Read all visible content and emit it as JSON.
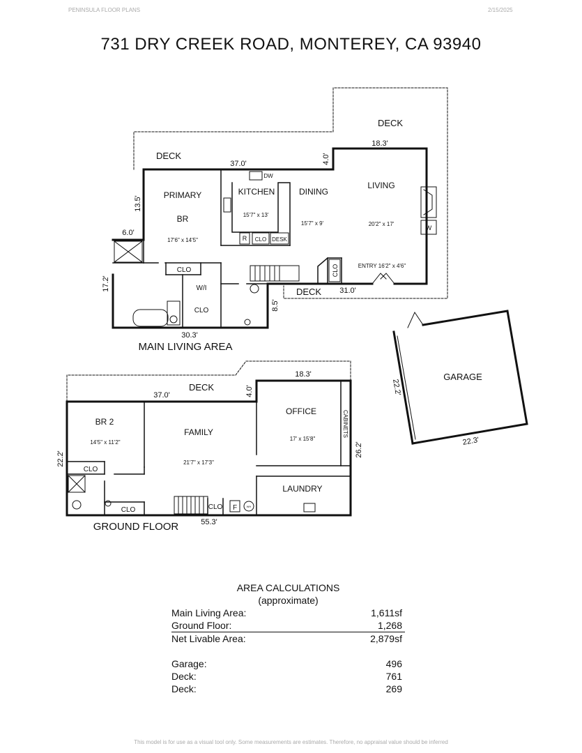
{
  "header": {
    "brand": "PENINSULA FLOOR PLANS",
    "date": "2/15/2025"
  },
  "title": "731 DRY CREEK ROAD, MONTEREY, CA  93940",
  "main_level": {
    "label": "MAIN LIVING AREA",
    "deck_top": "DECK",
    "deck_left": "DECK",
    "deck_front": "DECK",
    "dims": {
      "top": "37.0'",
      "jog": "4.0'",
      "living_top": "18.3'",
      "left_upper": "13.5'",
      "step": "6.0'",
      "left_lower": "17.2'",
      "bottom": "30.3'",
      "right_jog": "8.5'",
      "front": "31.0'"
    },
    "rooms": {
      "primary_1": "PRIMARY",
      "primary_2": "BR",
      "primary_size": "17'6\" x 14'5\"",
      "kitchen": "KITCHEN",
      "kitchen_size": "15'7\" x 13'",
      "dining": "DINING",
      "dining_size": "15'7\" x 9'",
      "living": "LIVING",
      "living_size": "20'2\" x 17'",
      "entry": "ENTRY 16'2\" x 4'6\"",
      "clo_a": "CLO",
      "clo_b": "CLO",
      "clo_c": "CLO",
      "clo_d": "CLO",
      "wi": "W/I",
      "dw": "DW",
      "r": "R",
      "desk": "DESK",
      "w": "W"
    }
  },
  "garage": {
    "label": "GARAGE",
    "side": "22.2'",
    "bottom": "22.3'"
  },
  "ground_level": {
    "label": "GROUND FLOOR",
    "deck": "DECK",
    "dims": {
      "top": "37.0'",
      "jog": "4.0'",
      "office_top": "18.3'",
      "left": "22.2'",
      "right": "26.2'",
      "bottom": "55.3'"
    },
    "rooms": {
      "br2": "BR 2",
      "br2_size": "14'5\" x 11'2\"",
      "family": "FAMILY",
      "family_size": "21'7\" x 17'3\"",
      "office": "OFFICE",
      "office_size": "17' x 15'8\"",
      "laundry": "LAUNDRY",
      "cabinets": "CABINETS",
      "clo_a": "CLO",
      "clo_b": "CLO",
      "clo_c": "CLO",
      "f": "F",
      "wh": "WH"
    }
  },
  "areas": {
    "heading_1": "AREA CALCULATIONS",
    "heading_2": "(approximate)",
    "rows": [
      {
        "label": "Main Living Area:",
        "value": "1,611sf"
      },
      {
        "label": "Ground Floor:",
        "value": "1,268"
      },
      {
        "label": "Net Livable Area:",
        "value": "2,879sf"
      },
      {
        "label": "Garage:",
        "value": "496"
      },
      {
        "label": "Deck:",
        "value": "761"
      },
      {
        "label": "Deck:",
        "value": "269"
      }
    ]
  },
  "footer": "This model is for use as a visual tool only. Some measurements are estimates. Therefore, no appraisal value should be inferred"
}
